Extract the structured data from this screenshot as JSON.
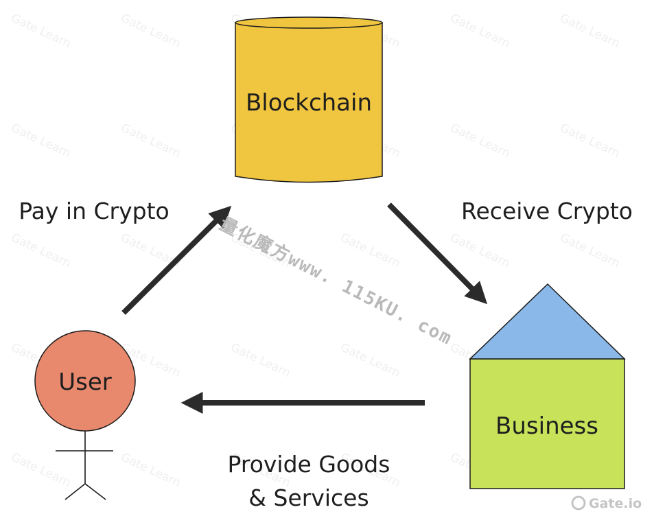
{
  "nodes": {
    "blockchain": {
      "label": "Blockchain",
      "color": "#f0c53f"
    },
    "business": {
      "label": "Business",
      "body_color": "#c8e25a",
      "roof_color": "#8ab8e8"
    },
    "user": {
      "label": "User",
      "color": "#e8896e"
    }
  },
  "edges": {
    "pay": {
      "label": "Pay in Crypto"
    },
    "receive": {
      "label": "Receive Crypto"
    },
    "provide": {
      "line1": "Provide Goods",
      "line2": "& Services"
    }
  },
  "watermarks": {
    "tile_text": "Gate Learn",
    "overlay_text": "量化魔方www. 115KU. com",
    "brand": "Gate.io"
  }
}
